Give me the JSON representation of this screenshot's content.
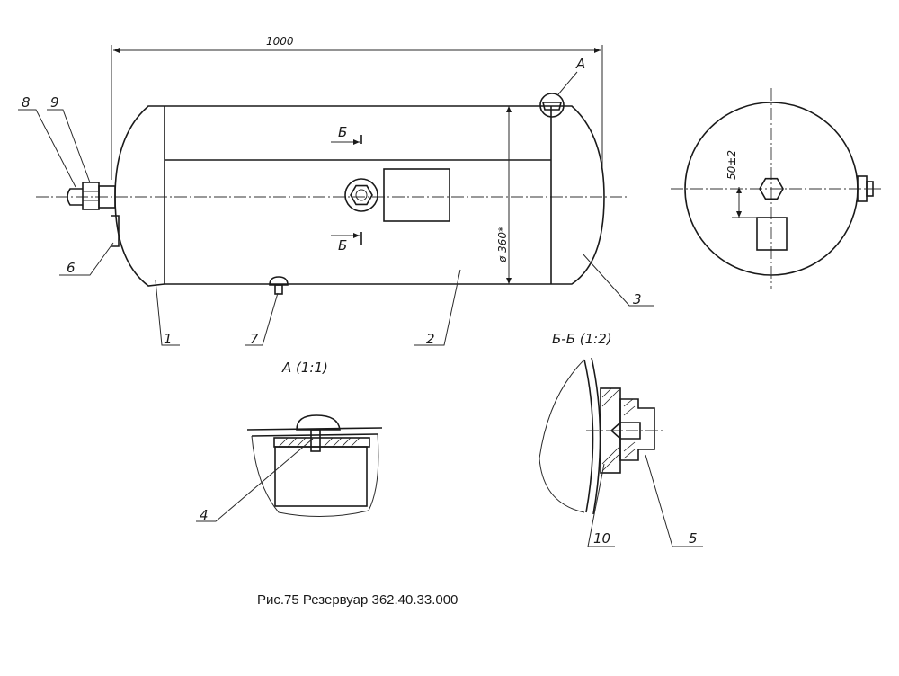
{
  "caption": "Рис.75 Резервуар 362.40.33.000",
  "dimensions": {
    "length": "1000",
    "diameter": "ø 360*",
    "offset": "50±2"
  },
  "views": {
    "detail_a_marker": "А",
    "detail_a_title": "А (1:1)",
    "section_title": "Б-Б (1:2)",
    "section_mark": "Б"
  },
  "callouts": {
    "c1": "1",
    "c2": "2",
    "c3": "3",
    "c4": "4",
    "c5": "5",
    "c6": "6",
    "c7": "7",
    "c8": "8",
    "c9": "9",
    "c10": "10"
  }
}
